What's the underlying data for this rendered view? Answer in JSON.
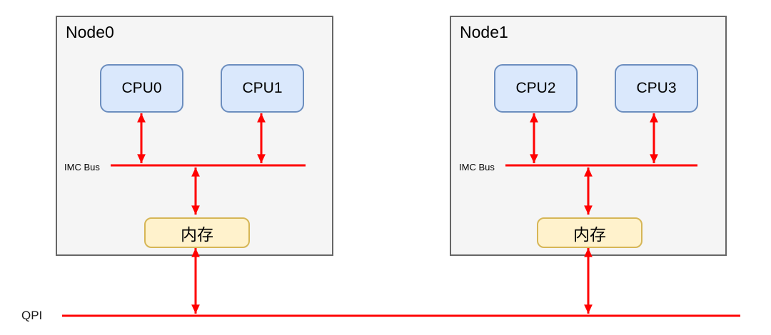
{
  "diagram": {
    "type": "numa-architecture",
    "interconnect_label": "QPI",
    "nodes": [
      {
        "label": "Node0",
        "bus_label": "IMC Bus",
        "cpus": [
          "CPU0",
          "CPU1"
        ],
        "memory_label": "内存"
      },
      {
        "label": "Node1",
        "bus_label": "IMC Bus",
        "cpus": [
          "CPU2",
          "CPU3"
        ],
        "memory_label": "内存"
      }
    ],
    "connections": [
      "CPU0-IMC Bus",
      "CPU1-IMC Bus",
      "IMC Bus-内存(Node0)",
      "内存(Node0)-QPI",
      "CPU2-IMC Bus",
      "CPU3-IMC Bus",
      "IMC Bus-内存(Node1)",
      "内存(Node1)-QPI"
    ],
    "colors": {
      "cpu_fill": "#dae8fc",
      "cpu_border": "#6c8ebf",
      "memory_fill": "#fff2cc",
      "memory_border": "#d6b656",
      "node_fill": "#f5f5f5",
      "node_border": "#666666",
      "wire": "#ff0000",
      "text": "#000000"
    }
  }
}
